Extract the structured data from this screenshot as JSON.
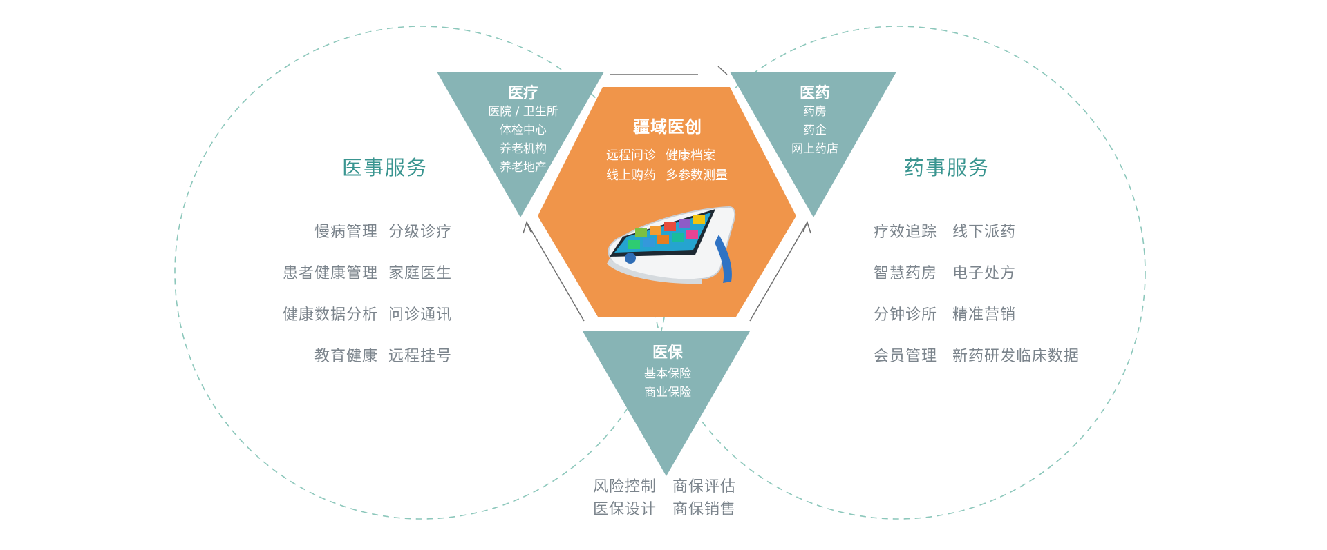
{
  "colors": {
    "teal_triangle": "#87b4b5",
    "orange_hexagon": "#f0954a",
    "section_title": "#3a9590",
    "list_text": "#7b848c",
    "dashed_circle": "#8cc7bb",
    "connector_line": "#6f6f6f"
  },
  "center": {
    "title": "疆域医创",
    "items": [
      [
        "远程问诊",
        "健康档案"
      ],
      [
        "线上购药",
        "多参数测量"
      ]
    ],
    "device_icon": "tablet-device-icon"
  },
  "triangles": {
    "medical": {
      "title": "医疗",
      "items": [
        "医院 / 卫生所",
        "体检中心",
        "养老机构",
        "养老地产"
      ]
    },
    "pharma": {
      "title": "医药",
      "items": [
        "药房",
        "药企",
        "网上药店"
      ]
    },
    "insurance": {
      "title": "医保",
      "items": [
        "基本保险",
        "商业保险"
      ]
    }
  },
  "left_panel": {
    "title": "医事服务",
    "rows": [
      [
        "慢病管理",
        "分级诊疗"
      ],
      [
        "患者健康管理",
        "家庭医生"
      ],
      [
        "健康数据分析",
        "问诊通讯"
      ],
      [
        "教育健康",
        "远程挂号"
      ]
    ]
  },
  "right_panel": {
    "title": "药事服务",
    "rows": [
      [
        "疗效追踪",
        "线下派药"
      ],
      [
        "智慧药房",
        "电子处方"
      ],
      [
        "分钟诊所",
        "精准营销"
      ],
      [
        "会员管理",
        "新药研发临床数据"
      ]
    ]
  },
  "bottom_panel": {
    "rows": [
      [
        "风险控制",
        "商保评估"
      ],
      [
        "医保设计",
        "商保销售"
      ]
    ]
  }
}
